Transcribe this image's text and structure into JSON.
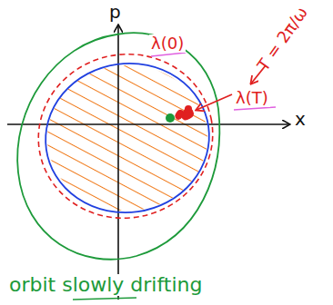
{
  "diagram": {
    "labels": [
      "p",
      "x",
      "λ(0)",
      "T = 2π/ω",
      "λ(T)",
      "orbit slowly drifting"
    ]
  }
}
